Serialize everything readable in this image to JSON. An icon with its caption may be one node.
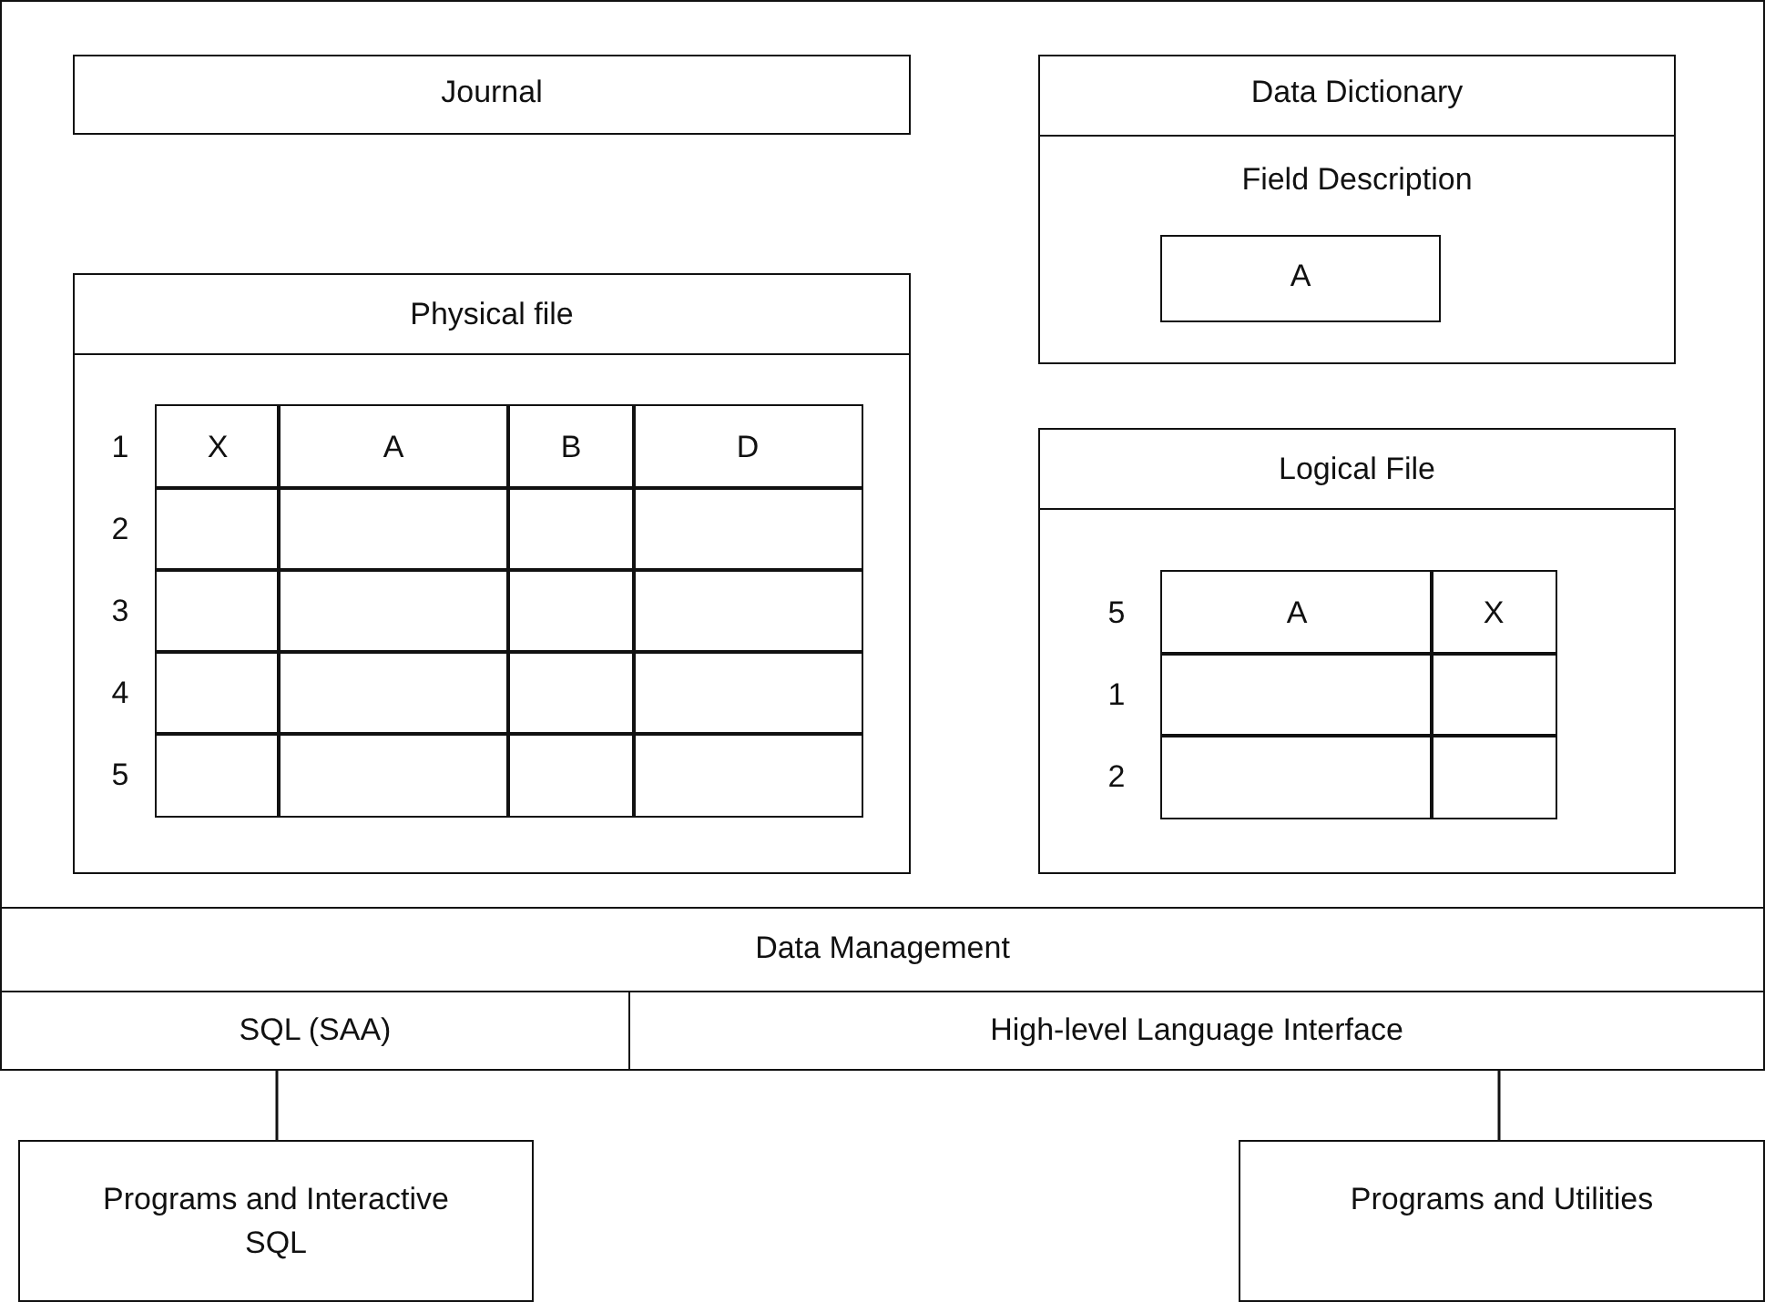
{
  "diagram": {
    "nodes": [
      {
        "text": [
          "Journal"
        ]
      },
      {
        "text": [
          "Data Dictionary",
          "Field Description"
        ]
      },
      {
        "text": [
          "A"
        ],
        "in": 1
      },
      {
        "text": [
          "Physical file"
        ]
      },
      {
        "text": [
          "Logical File"
        ]
      },
      {
        "text": [
          "Data Management"
        ]
      },
      {
        "text": [
          "SQL (SAA)"
        ]
      },
      {
        "text": [
          "High-level Language Interface"
        ]
      },
      {
        "text": [
          "Programs and Interactive SQL"
        ]
      },
      {
        "text": [
          "Programs and Utilities"
        ]
      }
    ],
    "edges": [
      {
        "from": 6,
        "to": 8,
        "arrow": "none"
      },
      {
        "from": 7,
        "to": 9,
        "arrow": "none"
      }
    ],
    "labels": [
      "1",
      "X",
      "A",
      "B",
      "D",
      "2",
      "3",
      "4",
      "5",
      "5",
      "A",
      "X",
      "1",
      "2"
    ]
  }
}
